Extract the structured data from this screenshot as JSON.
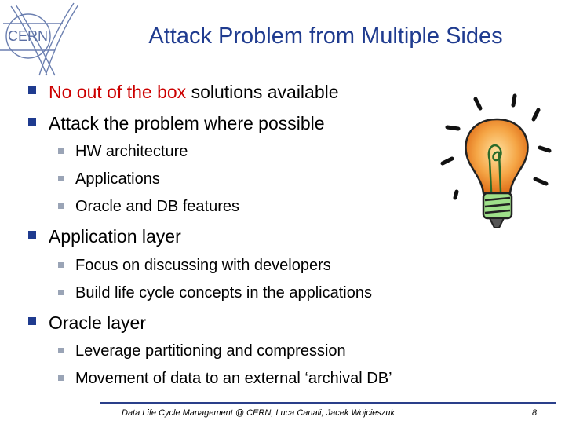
{
  "logo": {
    "text": "CERN"
  },
  "title": "Attack Problem from Multiple Sides",
  "bullets": [
    {
      "pre": "",
      "highlight": "No out of the box",
      "post": " solutions available"
    },
    {
      "text": "Attack the problem where possible",
      "sub": [
        "HW architecture",
        "Applications",
        "Oracle and DB features"
      ]
    },
    {
      "text": "Application layer",
      "sub": [
        "Focus on discussing with developers",
        "Build life cycle concepts in the applications"
      ]
    },
    {
      "text": "Oracle layer",
      "sub": [
        "Leverage partitioning and compression",
        "Movement of data to an external ‘archival DB’"
      ]
    }
  ],
  "footer": {
    "text": "Data Life Cycle Management @ CERN, Luca Canali, Jacek Wojcieszuk",
    "page": "8"
  },
  "colors": {
    "title": "#1f3b8f",
    "highlight": "#cc0000",
    "bullet": "#1f3b8f"
  },
  "icons": {
    "logo": "cern-logo-icon",
    "illustration": "light-bulb-icon"
  }
}
